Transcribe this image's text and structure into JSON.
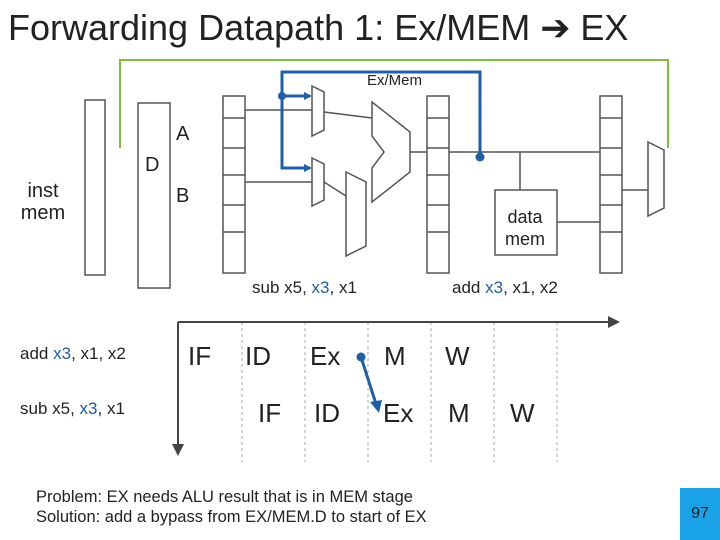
{
  "title": "Forwarding Datapath 1: Ex/MEM",
  "title_arrow": "EX",
  "datapath": {
    "exmem_label": "Ex/Mem",
    "a_label": "A",
    "b_label": "B",
    "d_label": "D",
    "inst_mem_line1": "inst",
    "inst_mem_line2": "mem",
    "data_mem_line1": "data",
    "data_mem_line2": "mem"
  },
  "in_flight": {
    "sub_prefix": "sub x5, ",
    "sub_reg": "x3",
    "sub_suffix": ", x1",
    "add_prefix": "add ",
    "add_reg": "x3",
    "add_suffix": ", x1, x2"
  },
  "pipeline": {
    "rows": [
      {
        "pre": "add ",
        "reg": "x3",
        "post": ", x1, x2",
        "stages": [
          "IF",
          "ID",
          "Ex",
          "M",
          "W"
        ]
      },
      {
        "pre": "sub x5, ",
        "reg": "x3",
        "post": ", x1",
        "stages": [
          "IF",
          "ID",
          "Ex",
          "M",
          "W"
        ]
      }
    ]
  },
  "problem_line1": "Problem: EX needs ALU result that is in MEM stage",
  "problem_line2": "Solution: add a bypass from EX/MEM.D to start of EX",
  "page_number": "97",
  "colors": {
    "forward_path": "#1f5fa8",
    "bypass_wire": "#7cbf3a",
    "page_badge": "#1aa3e8"
  }
}
